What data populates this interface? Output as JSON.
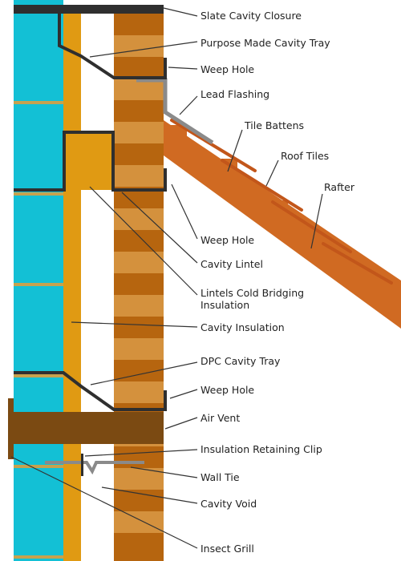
{
  "colors": {
    "block": "#13c0d5",
    "mortar": "#c6a24e",
    "insulation": "#e09a13",
    "brick_light": "#d4913d",
    "brick_dark": "#b6650f",
    "lintel": "#2f2f2f",
    "flashing": "#8a8a8a",
    "rafter": "#d06a22",
    "tile": "#c2561a",
    "vent": "#7b4a12",
    "leader": "#333333",
    "label": "#222222"
  },
  "labels": {
    "slate_cavity_closure": "Slate Cavity Closure",
    "purpose_made_cavity_tray": "Purpose Made Cavity Tray",
    "weep_hole_top": "Weep Hole",
    "lead_flashing": "Lead Flashing",
    "tile_battens": "Tile Battens",
    "roof_tiles": "Roof Tiles",
    "rafter": "Rafter",
    "weep_hole_mid": "Weep Hole",
    "cavity_lintel": "Cavity Lintel",
    "lintels_cold_bridging_line1": "Lintels Cold Bridging",
    "lintels_cold_bridging_line2": "Insulation",
    "cavity_insulation": "Cavity Insulation",
    "dpc_cavity_tray": "DPC Cavity Tray",
    "weep_hole_low": "Weep Hole",
    "air_vent": "Air Vent",
    "insulation_retaining_clip": "Insulation Retaining Clip",
    "wall_tie": "Wall Tie",
    "cavity_void": "Cavity Void",
    "insect_grill": "Insect Grill"
  }
}
